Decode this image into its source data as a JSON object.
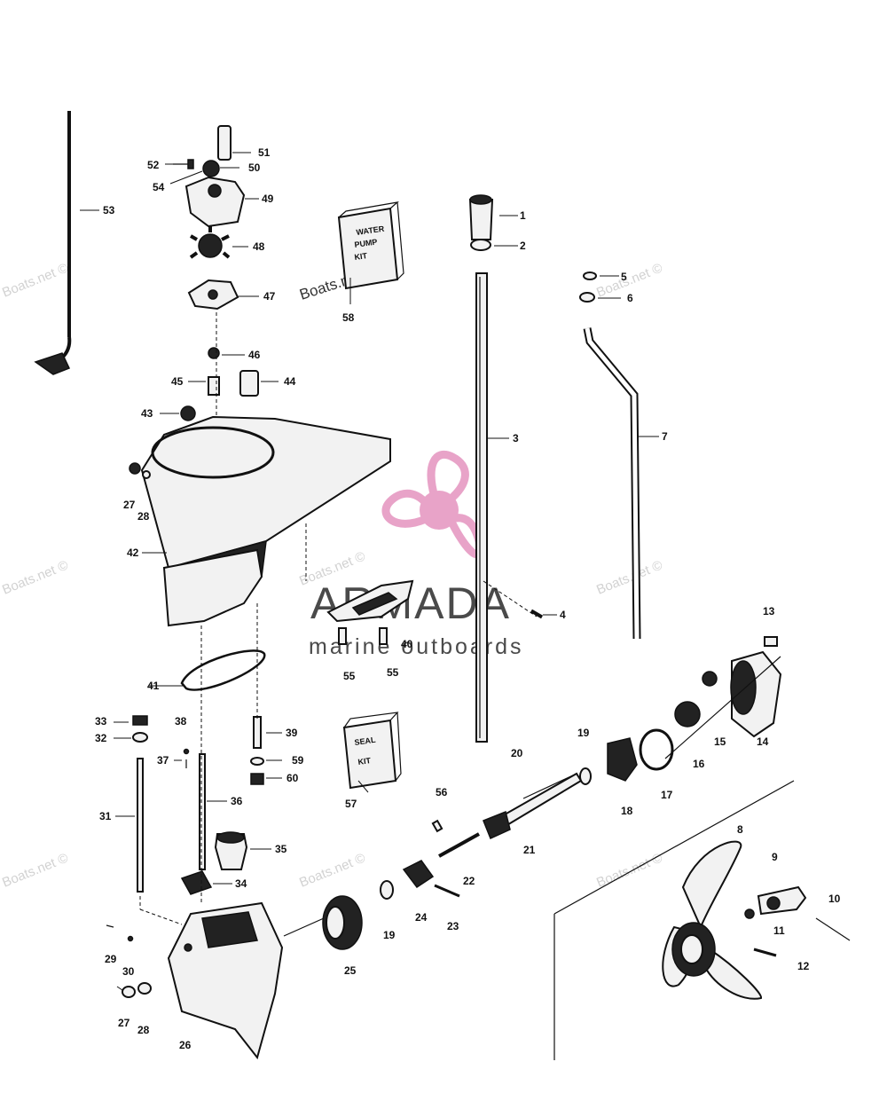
{
  "brand": {
    "name": "ARMADA",
    "tagline": "marine outboards",
    "accent_color": "#e8a3c8"
  },
  "watermark": "Boats.net ©",
  "kits": {
    "water_pump": [
      "WATER",
      "PUMP",
      "KIT"
    ],
    "seal": [
      "SEAL",
      "KIT"
    ]
  },
  "callouts": {
    "1": "1",
    "2": "2",
    "3": "3",
    "4": "4",
    "5": "5",
    "6": "6",
    "7": "7",
    "8": "8",
    "9": "9",
    "10": "10",
    "11": "11",
    "12": "12",
    "13": "13",
    "14": "14",
    "15": "15",
    "16": "16",
    "17": "17",
    "18": "18",
    "19a": "19",
    "19b": "19",
    "20": "20",
    "21": "21",
    "22": "22",
    "23": "23",
    "24": "24",
    "25": "25",
    "26": "26",
    "27a": "27",
    "28a": "28",
    "27b": "27",
    "28b": "28",
    "29": "29",
    "30": "30",
    "31": "31",
    "32": "32",
    "33": "33",
    "34": "34",
    "35": "35",
    "36": "36",
    "37": "37",
    "38": "38",
    "39": "39",
    "40": "40",
    "41": "41",
    "42": "42",
    "43": "43",
    "44": "44",
    "45": "45",
    "46": "46",
    "47": "47",
    "48": "48",
    "49": "49",
    "50": "50",
    "51": "51",
    "52": "52",
    "53": "53",
    "54": "54",
    "55a": "55",
    "55b": "55",
    "56": "56",
    "57": "57",
    "58": "58",
    "59": "59",
    "60": "60"
  }
}
